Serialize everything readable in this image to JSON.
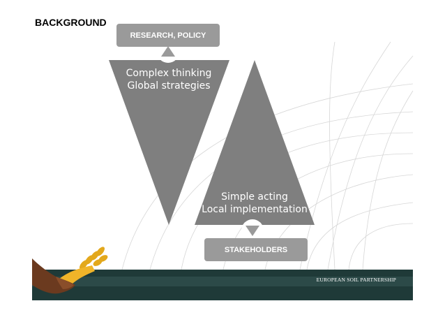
{
  "slide": {
    "title": "BACKGROUND",
    "top_box_label": "RESEARCH, POLICY",
    "bottom_box_label": "STAKEHOLDERS",
    "inverted_triangle_text": [
      "Complex thinking",
      "Global strategies"
    ],
    "upright_triangle_text": [
      "Simple acting",
      "Local implementation"
    ],
    "footer_text": "EUROPEAN SOIL PARTNERSHIP"
  },
  "colors": {
    "triangle": "#7f7f7f",
    "box": "#9a9a9a",
    "footer": "#1f3a38",
    "arc_lines": "#d4d4d4"
  },
  "icons": [
    "up-arrow-icon",
    "down-arrow-icon",
    "handshake-wheat-logo"
  ]
}
